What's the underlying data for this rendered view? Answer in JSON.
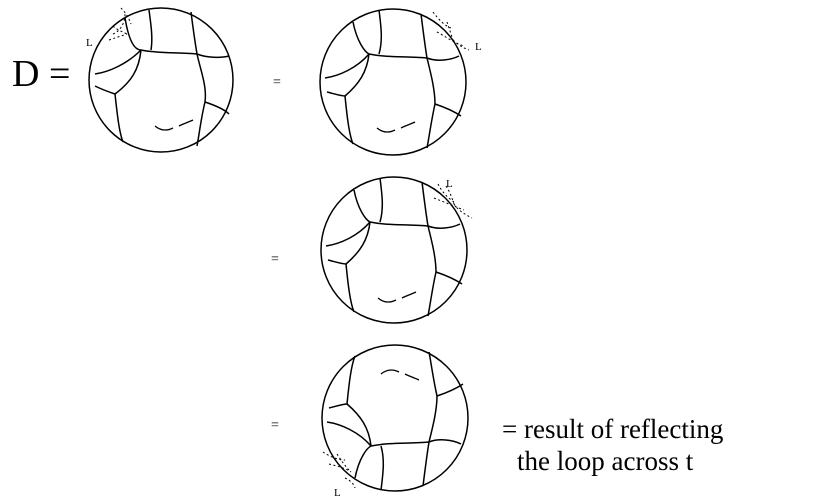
{
  "labels": {
    "lhs": "D =",
    "equals": "=",
    "loop_label": "L",
    "caption_line1": "= result of reflecting",
    "caption_line2": "the loop across t"
  },
  "diagrams": [
    {
      "name": "diagram-1",
      "loop_corner": "top-left"
    },
    {
      "name": "diagram-2",
      "loop_corner": "top-right"
    },
    {
      "name": "diagram-3",
      "loop_corner": "top-right"
    },
    {
      "name": "diagram-4",
      "loop_corner": "bottom-left",
      "flipped": true
    }
  ]
}
